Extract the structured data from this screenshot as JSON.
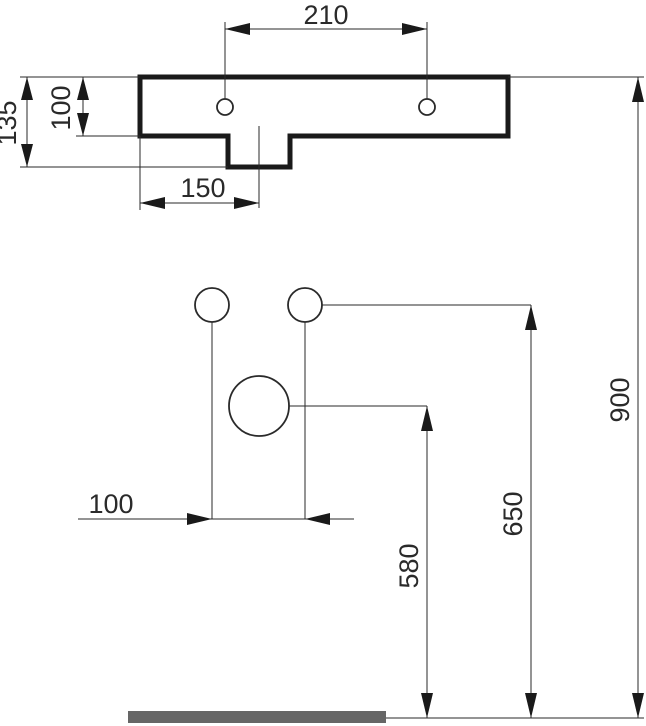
{
  "dimensions": {
    "top_hole_spacing": "210",
    "plate_height": "100",
    "overall_height": "135",
    "outlet_offset": "150",
    "pipe_spacing": "100",
    "outlet_height": "580",
    "supply_height": "650",
    "overall_elevation": "900"
  },
  "colors": {
    "line": "#2a2a2a",
    "outline": "#1a1a1a",
    "floor": "#666666"
  }
}
